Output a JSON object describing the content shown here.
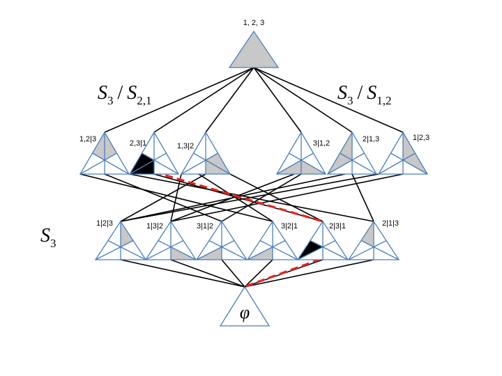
{
  "labels": {
    "top": "1, 2, 3",
    "bottom_symbol": "φ",
    "quotient_left": {
      "main": "S",
      "sub1": "3",
      "slash": "/",
      "main2": "S",
      "sub2": "2,1"
    },
    "quotient_right": {
      "main": "S",
      "sub1": "3",
      "slash": "/",
      "main2": "S",
      "sub2": "1,2"
    },
    "group": {
      "main": "S",
      "sub": "3"
    }
  },
  "levels": {
    "middle": [
      {
        "id": "m1",
        "label": "1,2|3"
      },
      {
        "id": "m2",
        "label": "2,3|1"
      },
      {
        "id": "m3",
        "label": "1,3|2"
      },
      {
        "id": "m4",
        "label": "3|1,2"
      },
      {
        "id": "m5",
        "label": "2|1,3"
      },
      {
        "id": "m6",
        "label": "1|2,3"
      }
    ],
    "lower": [
      {
        "id": "l1",
        "label": "1|2|3"
      },
      {
        "id": "l2",
        "label": "1|3|2"
      },
      {
        "id": "l3",
        "label": "3|1|2"
      },
      {
        "id": "l4",
        "label": "3|2|1"
      },
      {
        "id": "l5",
        "label": "2|3|1"
      },
      {
        "id": "l6",
        "label": "2|1|3"
      }
    ]
  },
  "colors": {
    "triangle_stroke": "#4a7ebb",
    "triangle_fill_gray": "#c8c8c8",
    "highlight_black": "#000000",
    "edge": "#000000",
    "dashed": "#e8231d"
  }
}
